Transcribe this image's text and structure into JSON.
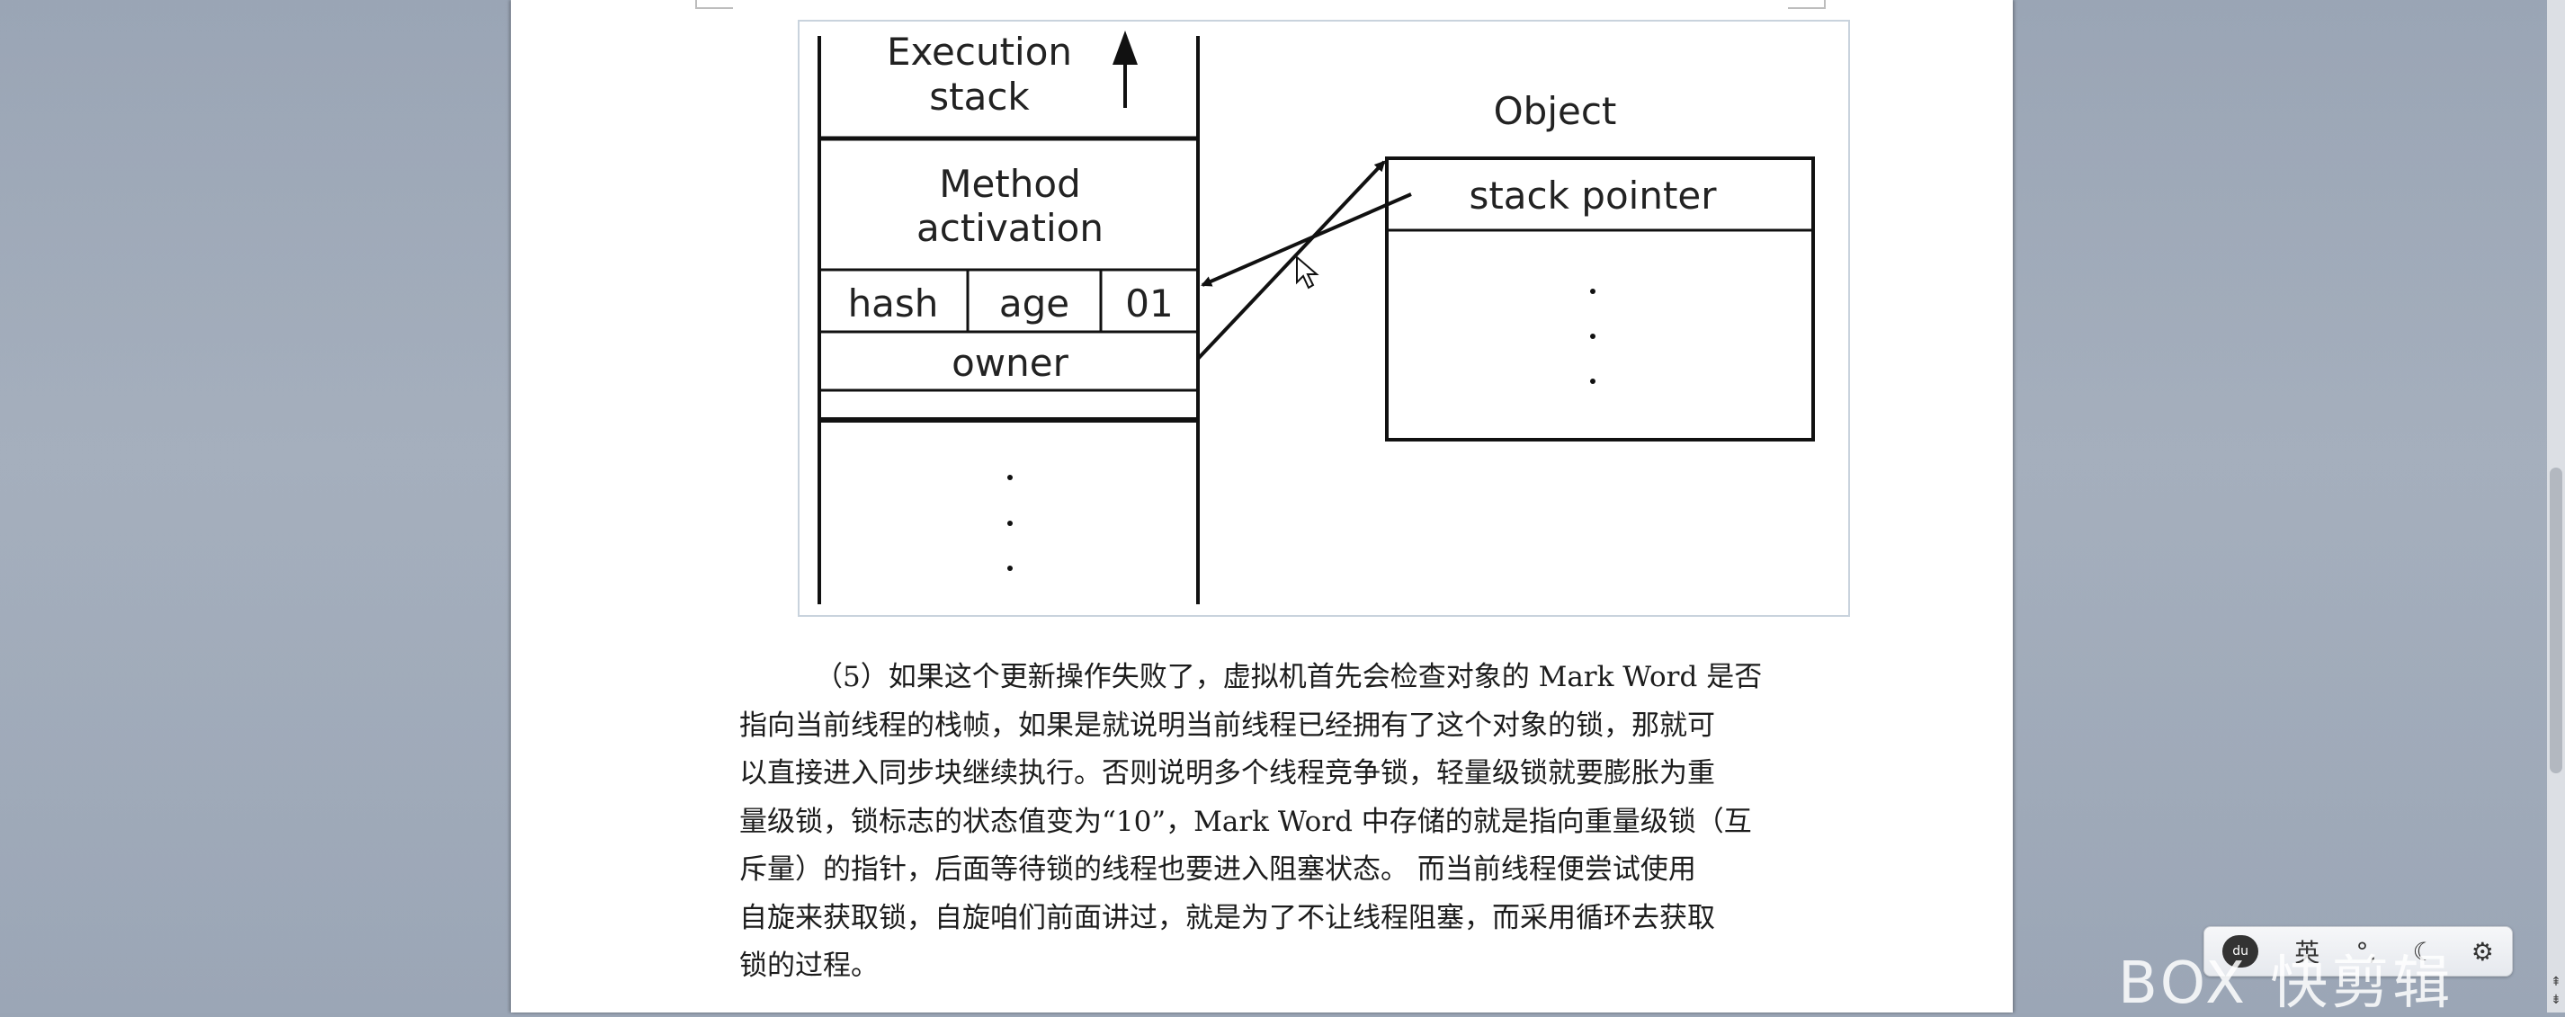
{
  "diagram": {
    "execution_stack_label": [
      "Execution",
      "stack"
    ],
    "method_activation_label": [
      "Method",
      "activation"
    ],
    "lock_record_fields": [
      "hash",
      "age",
      "01"
    ],
    "owner_label": "owner",
    "object_label": "Object",
    "stack_pointer_label": "stack pointer",
    "ellipsis": "⋮"
  },
  "paragraph": {
    "lines": [
      "（5）如果这个更新操作失败了，虚拟机首先会检查对象的 Mark Word 是否",
      "指向当前线程的栈帧，如果是就说明当前线程已经拥有了这个对象的锁，那就可",
      "以直接进入同步块继续执行。否则说明多个线程竞争锁，轻量级锁就要膨胀为重",
      "量级锁，锁标志的状态值变为“10”，Mark Word 中存储的就是指向重量级锁（互",
      "斥量）的指针，后面等待锁的线程也要进入阻塞状态。 而当前线程便尝试使用",
      "自旋来获取锁，自旋咱们前面讲过，就是为了不让线程阻塞，而采用循环去获取",
      "锁的过程。"
    ]
  },
  "ime_toolbar": {
    "logo_label": "du",
    "language_label": "英",
    "punctuation_label": "°,",
    "moon_icon_label": "☾",
    "settings_icon_label": "⚙"
  },
  "watermark": {
    "text": "BOX 快剪辑"
  }
}
